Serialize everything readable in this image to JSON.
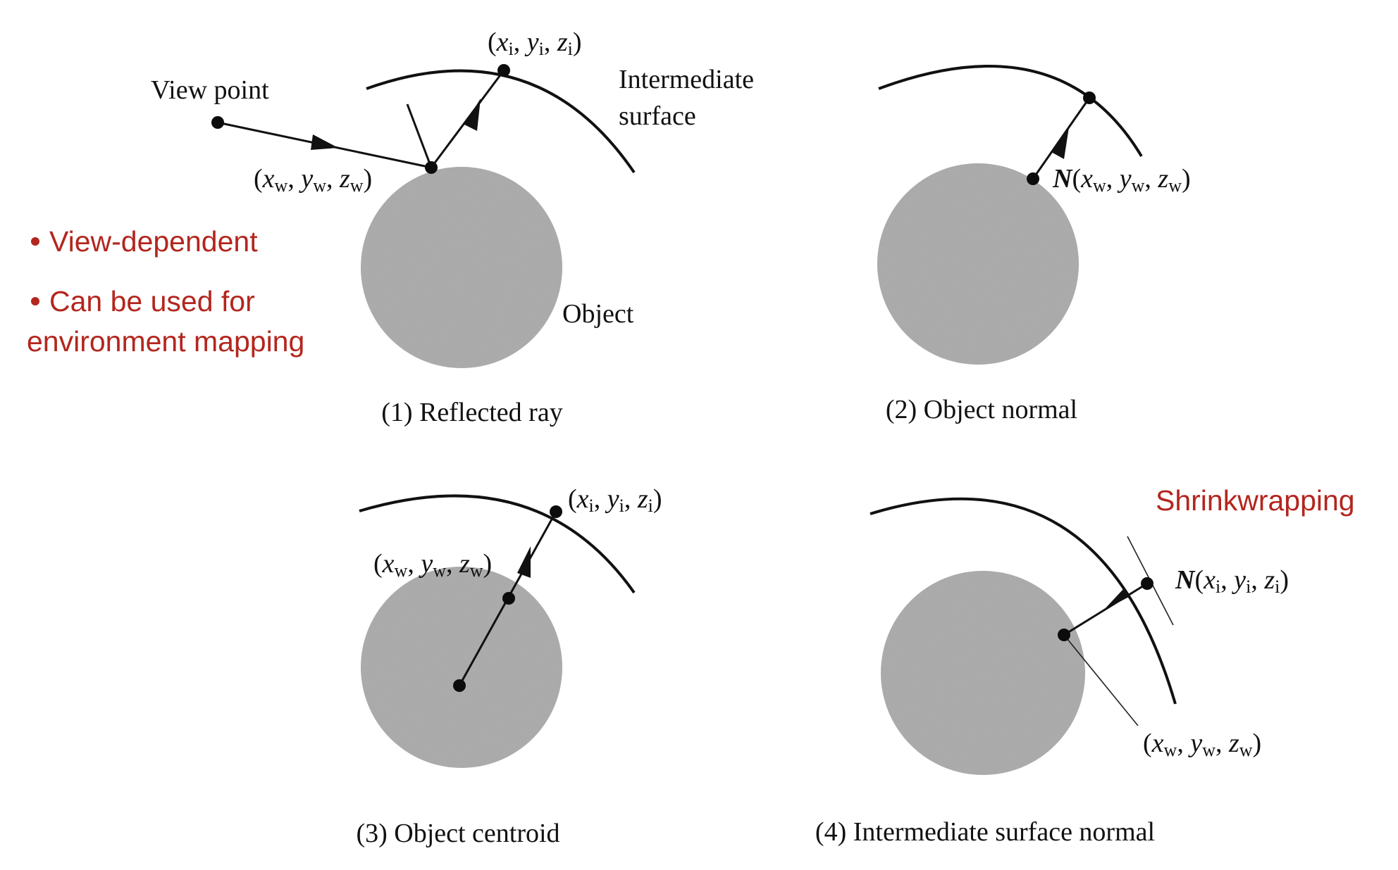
{
  "colors": {
    "annotation": "#b3261e",
    "object_fill": "#a3a3a3",
    "ink": "#111111"
  },
  "notes": {
    "bullet_1": "View-dependent",
    "bullet_2_line_1": "Can be used for",
    "bullet_2_line_2": "environment mapping",
    "shrinkwrapping": "Shrinkwrapping"
  },
  "panel_1": {
    "caption": "(1) Reflected ray",
    "view_point": "View point",
    "intermediate_line_1": "Intermediate",
    "intermediate_line_2": "surface",
    "object": "Object"
  },
  "panel_2": {
    "caption": "(2) Object normal"
  },
  "panel_3": {
    "caption": "(3) Object centroid"
  },
  "panel_4": {
    "caption": "(4) Intermediate surface normal"
  },
  "symbols": {
    "normal": "N",
    "x": "x",
    "y": "y",
    "z": "z",
    "sub_w": "w",
    "sub_i": "i",
    "open": "(",
    "close": ")",
    "sep": ", "
  }
}
